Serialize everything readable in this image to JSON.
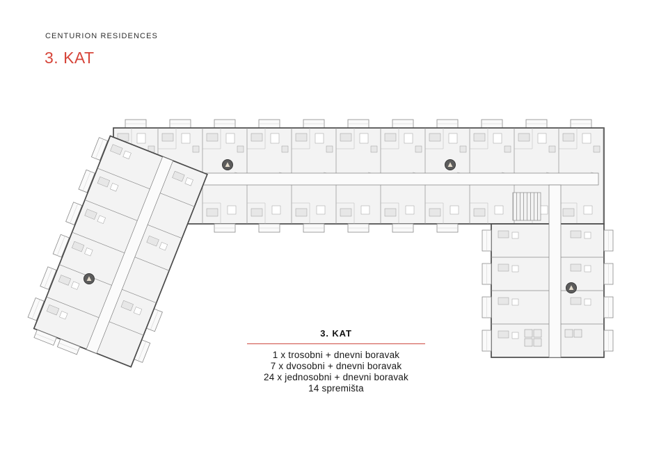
{
  "header": {
    "brand": "CENTURION RESIDENCES",
    "floor_title": "3. KAT"
  },
  "legend": {
    "title": "3. KAT",
    "lines": [
      "1 x trosobni + dnevni boravak",
      "7 x dvosobni + dnevni boravak",
      "24 x jednosobni + dnevni boravak",
      "14 spremišta"
    ]
  },
  "colors": {
    "accent_red": "#d6453a",
    "legend_rule_red": "#ce4a41",
    "plan_fill": "#f3f3f3",
    "plan_outline": "#4a4a4a"
  }
}
